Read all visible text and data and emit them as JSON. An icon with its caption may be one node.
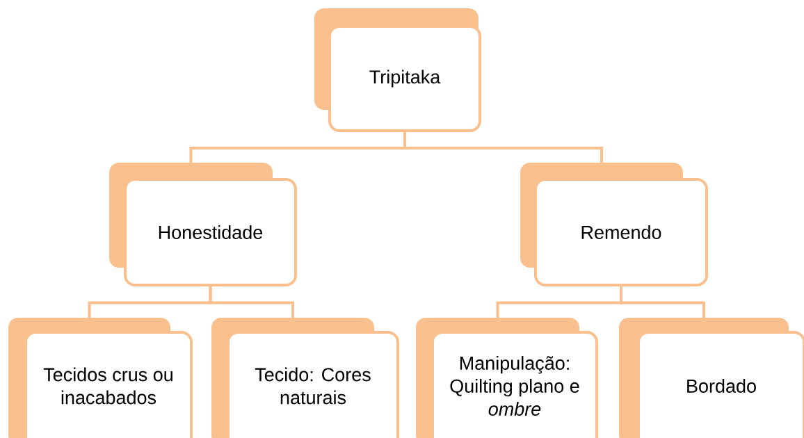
{
  "diagram": {
    "nodes": [
      {
        "text": [
          "Tripitaka"
        ]
      },
      {
        "text": [
          "Honestidade"
        ]
      },
      {
        "text": [
          "Remendo"
        ]
      },
      {
        "text": [
          "Tecidos crus ou inacabados"
        ]
      },
      {
        "text": [
          "Tecido: Cores naturais"
        ]
      },
      {
        "text": [
          "Manipulação: Quilting plano e *ombre*"
        ]
      },
      {
        "text": [
          "Bordado"
        ]
      }
    ],
    "edges": [
      {
        "from": 0,
        "to": 1,
        "arrow": "none"
      },
      {
        "from": 0,
        "to": 2,
        "arrow": "none"
      },
      {
        "from": 1,
        "to": 3,
        "arrow": "none"
      },
      {
        "from": 1,
        "to": 4,
        "arrow": "none"
      },
      {
        "from": 2,
        "to": 5,
        "arrow": "none"
      },
      {
        "from": 2,
        "to": 6,
        "arrow": "none"
      }
    ]
  }
}
